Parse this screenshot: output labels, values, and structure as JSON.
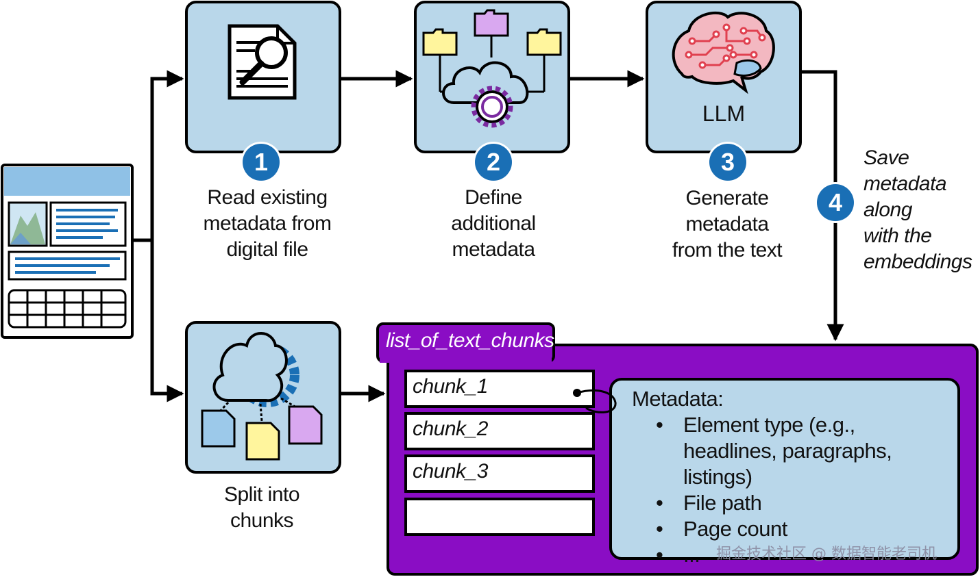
{
  "steps": [
    {
      "number": "1",
      "label_lines": [
        "Read existing",
        "metadata from",
        "digital file"
      ]
    },
    {
      "number": "2",
      "label_lines": [
        "Define",
        "additional",
        "metadata"
      ]
    },
    {
      "number": "3",
      "label_lines": [
        "Generate",
        "metadata",
        "from the text"
      ],
      "box_text": "LLM"
    },
    {
      "number": "4",
      "label_lines": [
        "Save",
        "metadata",
        "along",
        "with the",
        "embeddings"
      ]
    }
  ],
  "split": {
    "label_lines": [
      "Split into",
      "chunks"
    ]
  },
  "list": {
    "title": "list_of_text_chunks",
    "chunks": [
      "chunk_1",
      "chunk_2",
      "chunk_3",
      ""
    ]
  },
  "metadata": {
    "heading": "Metadata:",
    "items": [
      "Element type (e.g., headlines, paragraphs, listings)",
      "File path",
      "Page count",
      "..."
    ]
  },
  "watermark": "掘金技术社区 @ 数据智能老司机",
  "colors": {
    "box_fill": "#b9d7ea",
    "badge_blue": "#1a6fb5",
    "purple": "#8a0dc4",
    "folder_yellow": "#fff59d",
    "folder_purple": "#d9a8f0",
    "doc_blue": "#9cc9ea",
    "brain_pink": "#f3b8c1",
    "brain_red": "#e0404f"
  },
  "icons": [
    "document-search-icon",
    "cloud-network-icon",
    "brain-icon",
    "cloud-split-icon",
    "document-source-icon"
  ]
}
